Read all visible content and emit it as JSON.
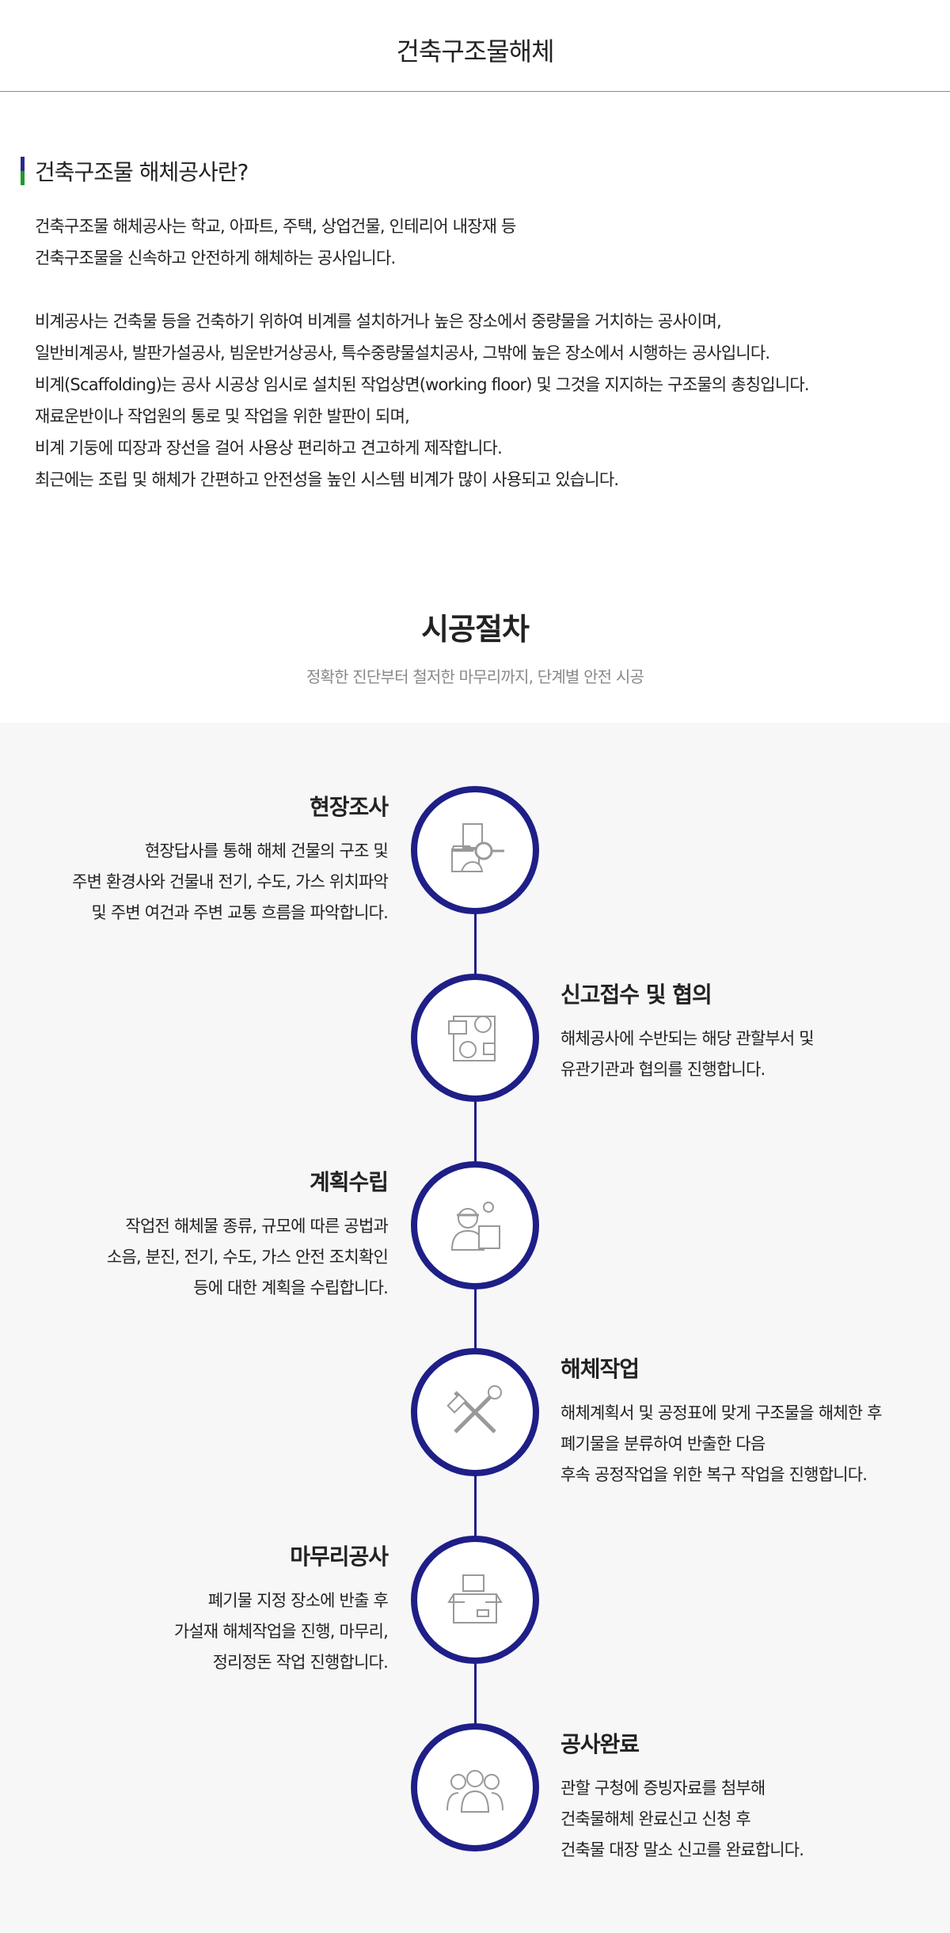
{
  "header": {
    "title": "건축구조물해체"
  },
  "intro": {
    "heading": "건축구조물 해체공사란?",
    "para1": [
      "건축구조물 해체공사는 학교, 아파트, 주택, 상업건물, 인테리어 내장재 등",
      "건축구조물을 신속하고 안전하게 해체하는 공사입니다."
    ],
    "para2": [
      "비계공사는 건축물 등을 건축하기 위하여 비계를 설치하거나 높은 장소에서 중량물을 거치하는 공사이며,",
      "일반비계공사, 발판가설공사, 빔운반거상공사, 특수중량물설치공사, 그밖에 높은 장소에서 시행하는 공사입니다.",
      "비계(Scaffolding)는 공사 시공상 임시로 설치된 작업상면(working floor) 및 그것을 지지하는 구조물의 총칭입니다.",
      "재료운반이나 작업원의 통로 및 작업을 위한 발판이 되며,",
      "비계 기둥에 띠장과 장선을 걸어 사용상 편리하고 견고하게 제작합니다.",
      "최근에는 조립 및 해체가 간편하고 안전성을 높인 시스템 비계가 많이 사용되고 있습니다."
    ]
  },
  "process": {
    "title": "시공절차",
    "subtitle": "정확한 진단부터 철저한 마무리까지, 단계별 안전 시공",
    "steps": [
      {
        "title": "현장조사",
        "icon": "survey-icon",
        "lines": [
          "현장답사를 통해 해체 건물의 구조 및",
          "주변 환경사와 건물내 전기, 수도, 가스 위치파악",
          "및 주변 여건과 주변 교통 흐름을 파악합니다."
        ]
      },
      {
        "title": "신고접수 및 협의",
        "icon": "consultation-icon",
        "lines": [
          "해체공사에 수반되는 해당 관할부서 및",
          "유관기관과 협의를 진행합니다."
        ]
      },
      {
        "title": "계획수립",
        "icon": "planning-icon",
        "lines": [
          "작업전 해체물 종류, 규모에 따른 공법과",
          "소음, 분진, 전기, 수도, 가스 안전 조치확인",
          "등에 대한 계획을 수립합니다."
        ]
      },
      {
        "title": "해체작업",
        "icon": "tools-icon",
        "lines": [
          "해체계획서 및 공정표에 맞게 구조물을 해체한 후",
          "폐기물을 분류하여 반출한 다음",
          "후속 공정작업을 위한 복구 작업을 진행합니다."
        ]
      },
      {
        "title": "마무리공사",
        "icon": "boxes-icon",
        "lines": [
          "폐기물 지정 장소에 반출 후",
          "가설재 해체작업을 진행, 마무리,",
          "정리정돈 작업 진행합니다."
        ]
      },
      {
        "title": "공사완료",
        "icon": "workers-icon",
        "lines": [
          "관할 구청에 증빙자료를 첨부해",
          "건축물해체 완료신고 신청 후",
          "건축물 대장 말소 신고를 완료합니다."
        ]
      }
    ]
  }
}
